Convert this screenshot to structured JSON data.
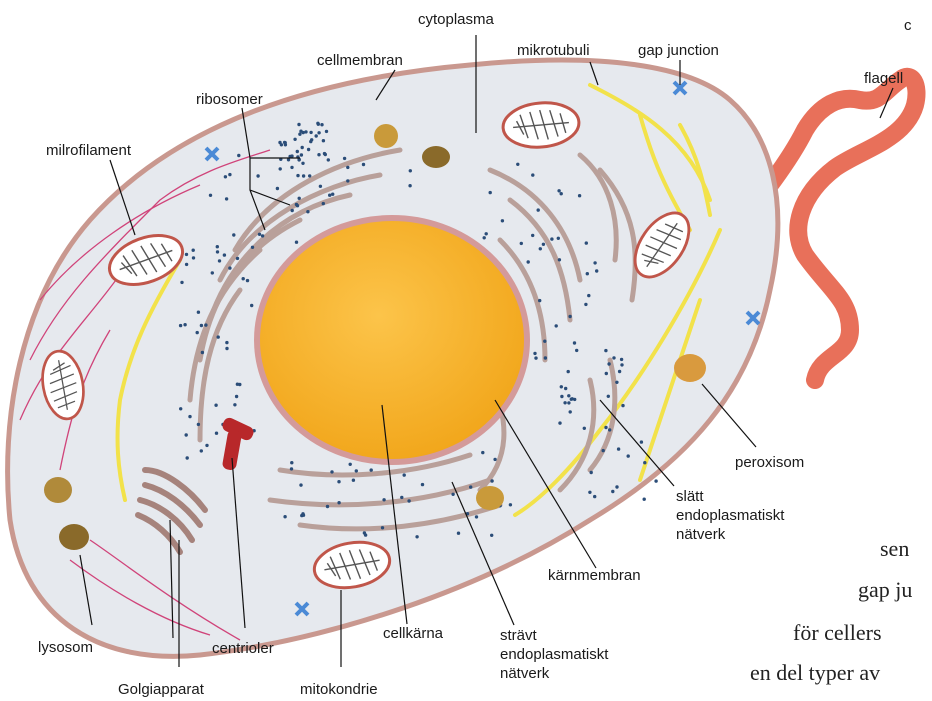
{
  "labels": {
    "cytoplasma": "cytoplasma",
    "cellmembran": "cellmembran",
    "mikrotubuli": "mikrotubuli",
    "gap_junction": "gap junction",
    "flagell": "flagell",
    "ribosomer": "ribosomer",
    "milrofilament": "milrofilament",
    "peroxisom": "peroxisom",
    "slatt_er": [
      "slätt",
      "endoplasmatiskt",
      "nätverk"
    ],
    "karnmembran": "kärnmembran",
    "lysosom": "lysosom",
    "centrioler": "centrioler",
    "cellkarna": "cellkärna",
    "stravt_er": [
      "strävt",
      "endoplasmatiskt",
      "nätverk"
    ],
    "golgiapparat": "Golgiapparat",
    "mitokondrie": "mitokondrie"
  },
  "page_text": {
    "corner": "c",
    "line1": "sen",
    "line2": "gap ju",
    "line3": "för cellers",
    "line4": "en del typer av"
  },
  "colors": {
    "cell_fill": "#e6e9ee",
    "cell_border": "#c9988f",
    "nucleus": "#f5b21f",
    "er": "#b9a09a",
    "ribosome": "#2b4d78",
    "microtubule": "#f2e24a",
    "microfilament": "#d0447a",
    "mito_border": "#c0564a",
    "flagellum": "#e8705a",
    "centriole": "#b8282a",
    "vesicle": "#b08a3a",
    "gap_junction": "#4b8ad6"
  }
}
